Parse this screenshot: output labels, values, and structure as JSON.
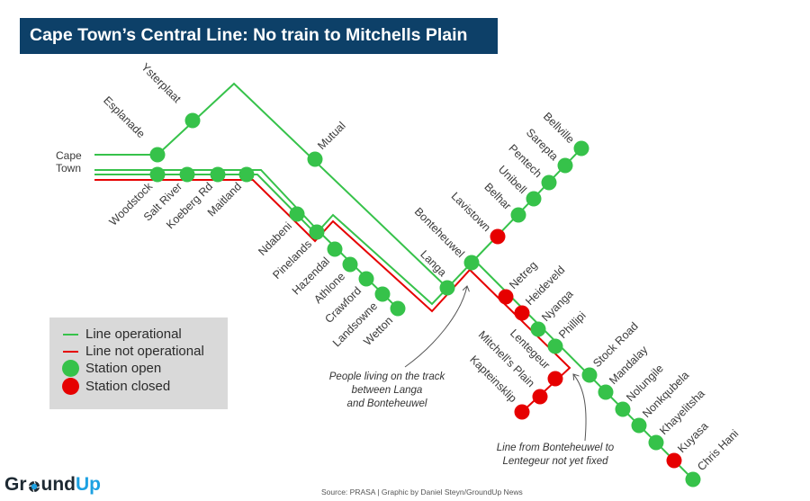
{
  "title": "Cape Town’s Central Line: No train to Mitchells Plain",
  "origin": {
    "line1": "Cape",
    "line2": "Town"
  },
  "colors": {
    "operational": "#36c24a",
    "not_operational": "#e60000",
    "open": "#36c24a",
    "closed": "#e60000",
    "title_bg": "#0d4068",
    "legend_bg": "#d9d9d9",
    "logo_blue": "#1da1e2"
  },
  "lines": {
    "esplanade": "operational",
    "southern": "operational",
    "northern": "operational",
    "khayelitsha_branch": "operational",
    "mitchells_plain": "not_operational"
  },
  "stations": {
    "esplanade": {
      "name": "Esplanade",
      "status": "open"
    },
    "ysterplaat": {
      "name": "Ysterplaat",
      "status": "open"
    },
    "mutual": {
      "name": "Mutual",
      "status": "open"
    },
    "woodstock": {
      "name": "Woodstock",
      "status": "open"
    },
    "salt_river": {
      "name": "Salt River",
      "status": "open"
    },
    "koeberg_rd": {
      "name": "Koeberg Rd",
      "status": "open"
    },
    "maitland": {
      "name": "Maitland",
      "status": "open"
    },
    "ndabeni": {
      "name": "Ndabeni",
      "status": "open"
    },
    "pinelands": {
      "name": "Pinelands",
      "status": "open"
    },
    "hazendal": {
      "name": "Hazendal",
      "status": "open"
    },
    "athlone": {
      "name": "Athlone",
      "status": "open"
    },
    "crawford": {
      "name": "Crawford",
      "status": "open"
    },
    "landsowne": {
      "name": "Landsowne",
      "status": "open"
    },
    "wetton": {
      "name": "Wetton",
      "status": "open"
    },
    "langa": {
      "name": "Langa",
      "status": "open"
    },
    "bonteheuwel": {
      "name": "Bonteheuwel",
      "status": "open"
    },
    "lavistown": {
      "name": "Lavistown",
      "status": "closed"
    },
    "belhar": {
      "name": "Belhar",
      "status": "open"
    },
    "unibell": {
      "name": "Unibell",
      "status": "open"
    },
    "pentech": {
      "name": "Pentech",
      "status": "open"
    },
    "sarepta": {
      "name": "Sarepta",
      "status": "open"
    },
    "bellville": {
      "name": "Bellville",
      "status": "open"
    },
    "netreg": {
      "name": "Netreg",
      "status": "closed"
    },
    "heideveld": {
      "name": "Heideveld",
      "status": "closed"
    },
    "nyanga": {
      "name": "Nyanga",
      "status": "open"
    },
    "phillipi": {
      "name": "Phillipi",
      "status": "open"
    },
    "stock_road": {
      "name": "Stock Road",
      "status": "open"
    },
    "mandalay": {
      "name": "Mandalay",
      "status": "open"
    },
    "nolungile": {
      "name": "Nolungile",
      "status": "open"
    },
    "nonkqubela": {
      "name": "Nonkqubela",
      "status": "open"
    },
    "khayelitsha": {
      "name": "Khayelitsha",
      "status": "open"
    },
    "kuyasa": {
      "name": "Kuyasa",
      "status": "closed"
    },
    "chris_hani": {
      "name": "Chris Hani",
      "status": "open"
    },
    "lentegeur": {
      "name": "Lentegeur",
      "status": "closed"
    },
    "mitchells_plain": {
      "name": "Mitchell's Plain",
      "status": "closed"
    },
    "kapteinsklip": {
      "name": "Kapteinsklip",
      "status": "closed"
    }
  },
  "legend": {
    "line_operational": "Line operational",
    "line_not_operational": "Line not operational",
    "station_open": "Station open",
    "station_closed": "Station closed"
  },
  "annotations": {
    "track_people": [
      "People living on the track",
      "between Langa",
      "and Bonteheuwel"
    ],
    "line_not_fixed": [
      "Line from Bonteheuwel to",
      "Lentegeur not yet fixed"
    ]
  },
  "source": "Source: PRASA | Graphic by Daniel Steyn/GroundUp News",
  "logo": {
    "prefix": "Gr",
    "middle": "und",
    "suffix": "Up",
    "o_icon": "aperture-icon"
  }
}
